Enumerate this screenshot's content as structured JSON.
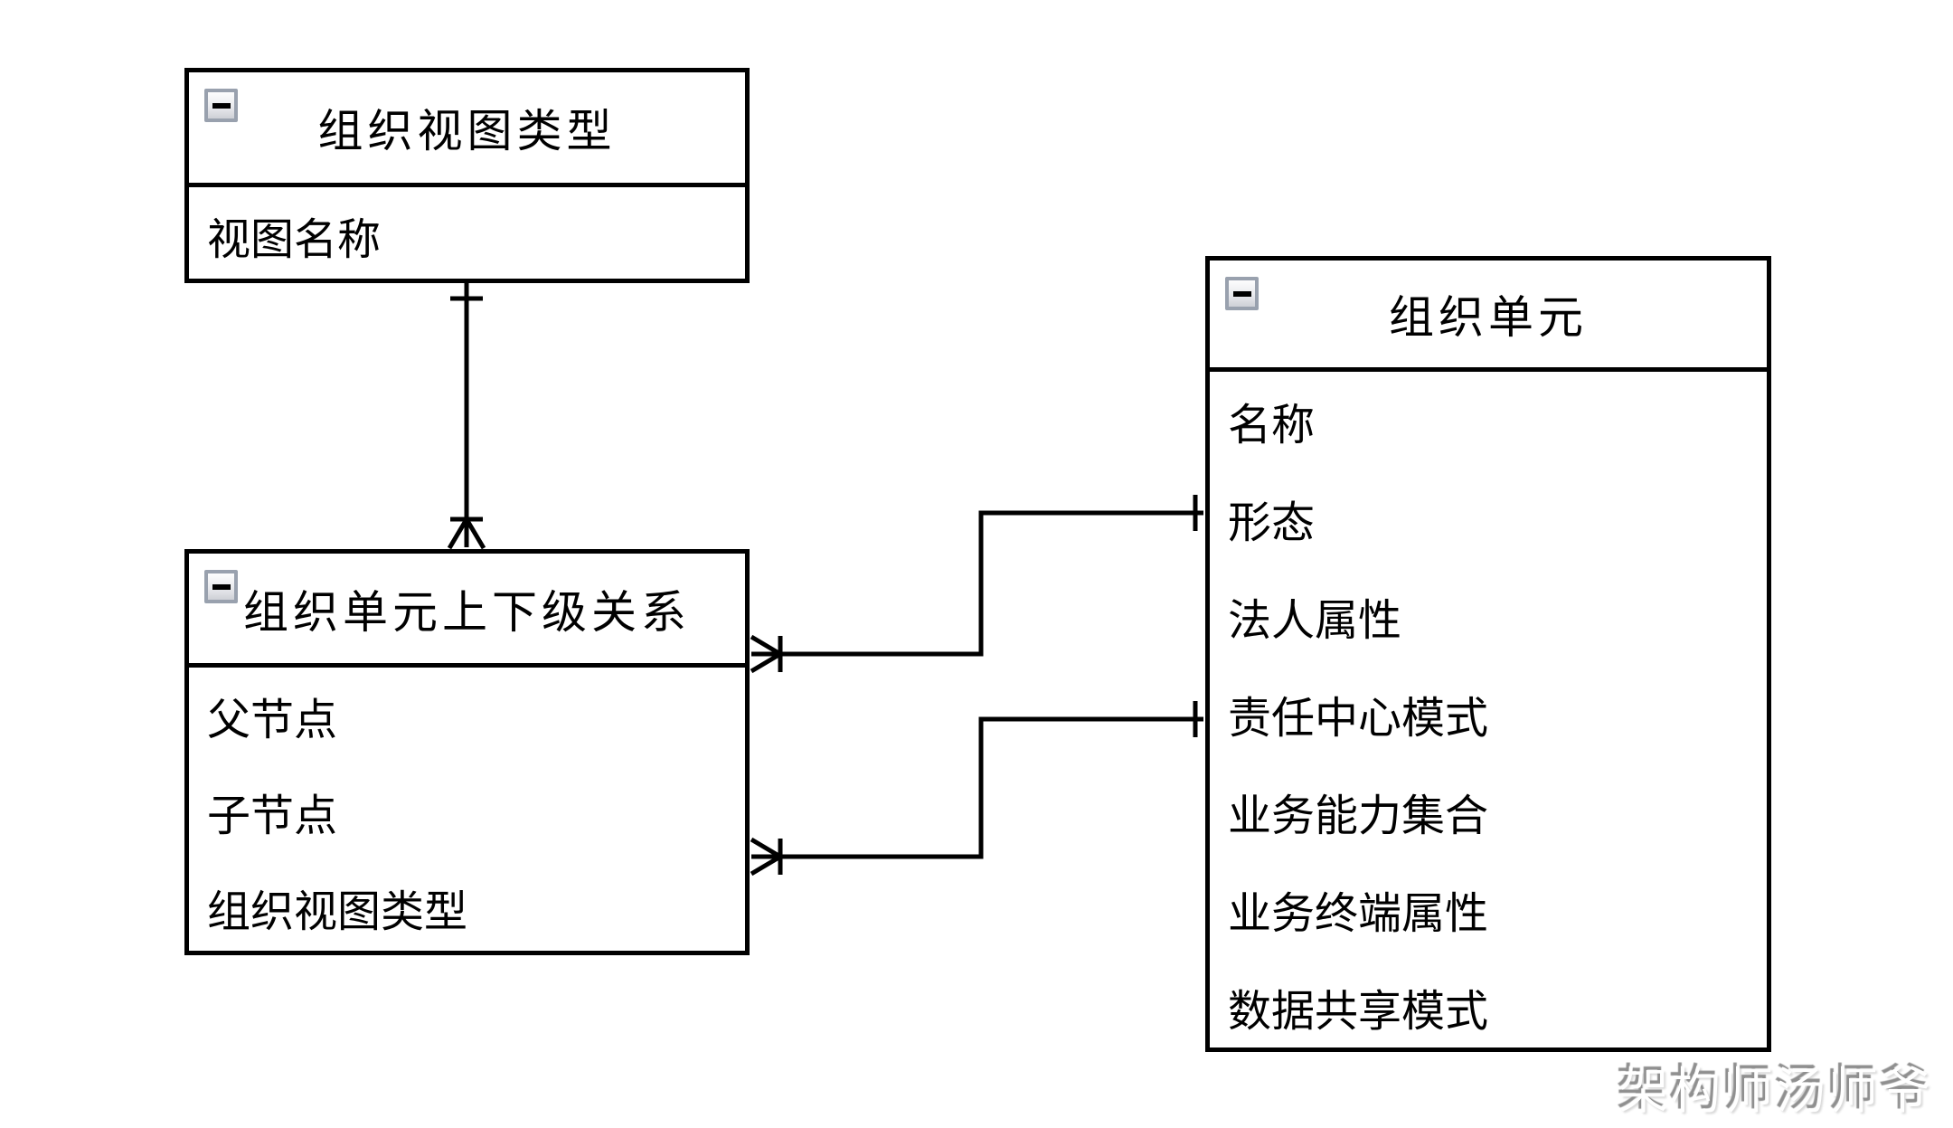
{
  "diagram": {
    "type": "er-diagram",
    "background_color": "#ffffff",
    "line_color": "#000000",
    "entities": [
      {
        "id": "org-view-type",
        "title": "组织视图类型",
        "attributes": [
          "视图名称"
        ]
      },
      {
        "id": "org-unit-hierarchy",
        "title": "组织单元上下级关系",
        "attributes": [
          "父节点",
          "子节点",
          "组织视图类型"
        ]
      },
      {
        "id": "org-unit",
        "title": "组织单元",
        "attributes": [
          "名称",
          "形态",
          "法人属性",
          "责任中心模式",
          "业务能力集合",
          "业务终端属性",
          "数据共享模式"
        ]
      }
    ],
    "relationships": [
      {
        "from": "组织视图类型",
        "to": "组织单元上下级关系",
        "from_cardinality": "one",
        "to_cardinality": "many",
        "notation": "crow-foot"
      },
      {
        "from": "组织单元",
        "to": "组织单元上下级关系",
        "from_cardinality": "one",
        "to_cardinality": "many",
        "notation": "crow-foot"
      },
      {
        "from": "组织单元",
        "to": "组织单元上下级关系",
        "from_cardinality": "one",
        "to_cardinality": "many",
        "notation": "crow-foot"
      }
    ],
    "icons": {
      "collapse": "minus-square"
    },
    "watermark": "架构师汤师爷",
    "colors": {
      "collapse_button_border": "#99a1ae",
      "watermark_text": "#ffffff",
      "watermark_shadow": "#8f8f8f"
    }
  }
}
